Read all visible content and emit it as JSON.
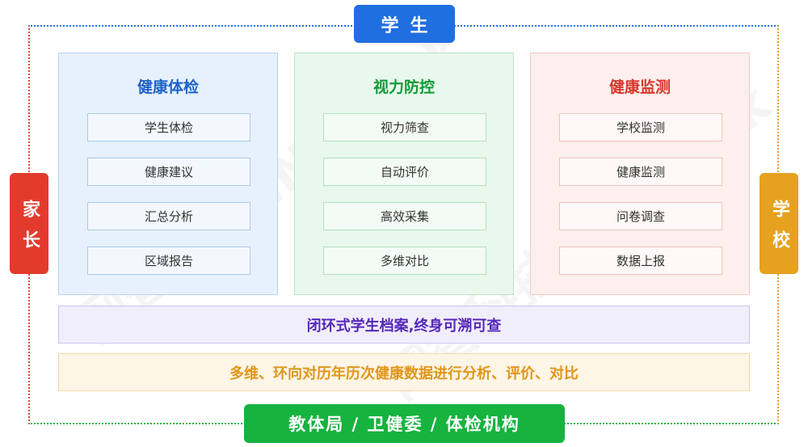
{
  "badges": {
    "top": "学生",
    "left": "家长",
    "right": "学校",
    "bottom": "教体局 / 卫健委 / 体检机构"
  },
  "panels": [
    {
      "title": "健康体检",
      "items": [
        "学生体检",
        "健康建议",
        "汇总分析",
        "区域报告"
      ]
    },
    {
      "title": "视力防控",
      "items": [
        "视力筛查",
        "自动评价",
        "高效采集",
        "多维对比"
      ]
    },
    {
      "title": "健康监测",
      "items": [
        "学校监测",
        "健康监测",
        "问卷调查",
        "数据上报"
      ]
    }
  ],
  "bars": {
    "archive": "闭环式学生档案,终身可溯可查",
    "analysis": "多维、环向对历年历次健康数据进行分析、评价、对比"
  },
  "watermark": "网智科技 iNethink",
  "colors": {
    "blue": "#1f6fe0",
    "green": "#16b33f",
    "red": "#e23b2e",
    "orange": "#e6a11e",
    "purple": "#5428b8"
  }
}
